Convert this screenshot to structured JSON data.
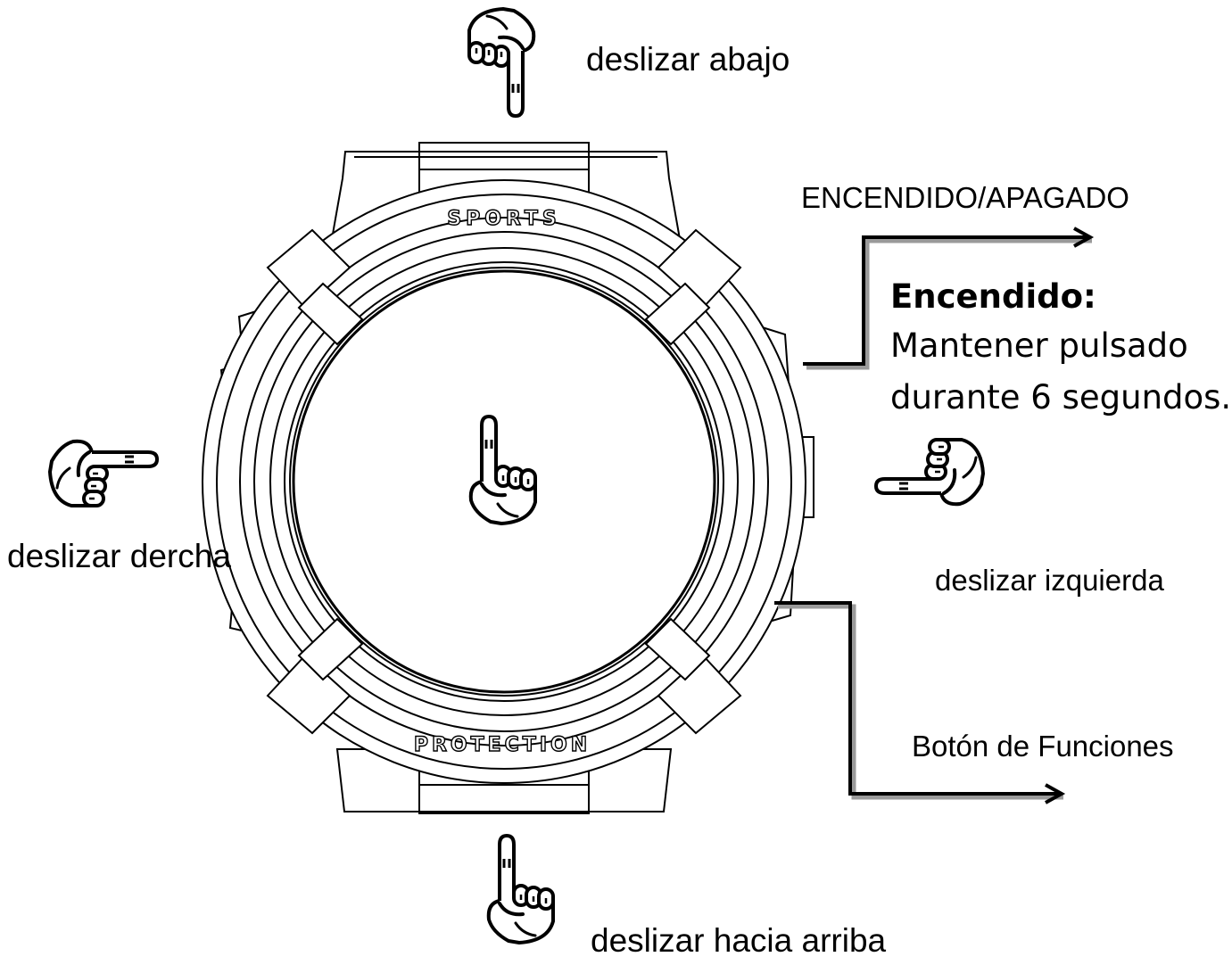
{
  "gestures": {
    "swipe_down": "deslizar abajo",
    "swipe_right": "deslizar dercha",
    "swipe_left": "deslizar izquierda",
    "swipe_up": "deslizar hacia arriba"
  },
  "power_button": {
    "label": "ENCENDIDO/APAGADO",
    "note_title": "Encendido:",
    "note_line1": "Mantener pulsado",
    "note_line2": "durante 6 segundos."
  },
  "function_button": {
    "label": "Botón de Funciones"
  },
  "watch": {
    "top_text": "SPORTS",
    "bottom_text": "PROTECTION"
  },
  "icons": {
    "tap": "hand-pointing-tap-icon",
    "down": "hand-pointing-down-icon",
    "right": "hand-pointing-right-icon",
    "left": "hand-pointing-left-icon",
    "up": "hand-pointing-up-icon"
  },
  "colors": {
    "stroke": "#000000",
    "background": "#ffffff"
  }
}
